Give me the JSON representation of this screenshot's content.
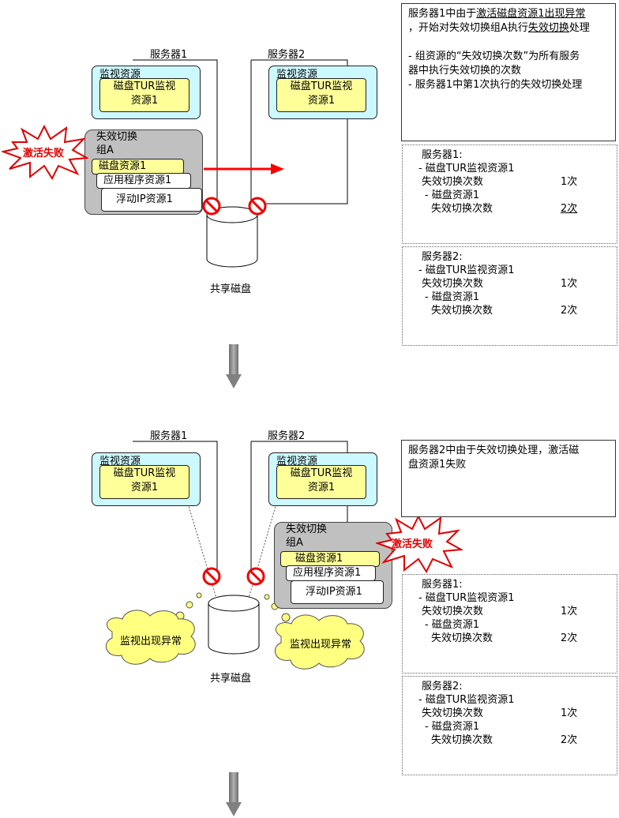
{
  "labels": {
    "server1": "服务器1",
    "server2": "服务器2",
    "monitor_resource": "监视资源",
    "tur_monitor_line1": "磁盘TUR监视",
    "tur_monitor_line2": "资源1",
    "failover_group_line1": "失效切换",
    "failover_group_line2": "组A",
    "disk_resource": "磁盘资源1",
    "app_resource": "应用程序资源1",
    "fip_resource": "浮动IP资源1",
    "shared_disk": "共享磁盘",
    "activation_failed": "激活失败",
    "monitor_error": "监视出现异常"
  },
  "step1": {
    "note": {
      "line1_pre": "服务器1中由于",
      "line1_link": "激活磁盘资源1出现异常",
      "line2_pre": "，开始对失效切换组A执行",
      "line2_link": "失效切换",
      "line2_post": "处理",
      "bullet1_line1": "- 组资源的“失效切换次数”为所有服务",
      "bullet1_line2": "器中执行失效切换的次数",
      "bullet2": "- 服务器1中第1次执行的失效切换处理"
    },
    "counts": [
      {
        "server": "服务器1:",
        "monitor": "- 磁盘TUR监视资源1",
        "monitor_count_label": "失效切换次数",
        "monitor_count": "1次",
        "disk": "- 磁盘资源1",
        "disk_count_label": "失效切换次数",
        "disk_count": "2次",
        "disk_count_underlined": true
      },
      {
        "server": "服务器2:",
        "monitor": "- 磁盘TUR监视资源1",
        "monitor_count_label": "失效切换次数",
        "monitor_count": "1次",
        "disk": "- 磁盘资源1",
        "disk_count_label": "失效切换次数",
        "disk_count": "2次",
        "disk_count_underlined": false
      }
    ]
  },
  "step2": {
    "note": {
      "line1": "服务器2中由于失效切换处理，激活磁",
      "line2": "盘资源1失败"
    },
    "counts": [
      {
        "server": "服务器1:",
        "monitor": "- 磁盘TUR监视资源1",
        "monitor_count_label": "失效切换次数",
        "monitor_count": "1次",
        "disk": "- 磁盘资源1",
        "disk_count_label": "失效切换次数",
        "disk_count": "2次"
      },
      {
        "server": "服务器2:",
        "monitor": "- 磁盘TUR监视资源1",
        "monitor_count_label": "失效切换次数",
        "monitor_count": "1次",
        "disk": "- 磁盘资源1",
        "disk_count_label": "失效切换次数",
        "disk_count": "2次"
      }
    ]
  },
  "colors": {
    "monitor_bg": "#ccf8ff",
    "resource_yellow": "#ffff99",
    "group_gray": "#c0c0c0",
    "alert_red": "#e00000",
    "arrow_gray": "#8c8c8c",
    "cloud_yellow": "#ffff80"
  },
  "icons": [
    "prohibited-icon",
    "burst-icon",
    "down-arrow-icon",
    "cloud-icon",
    "disk-cylinder-icon"
  ]
}
